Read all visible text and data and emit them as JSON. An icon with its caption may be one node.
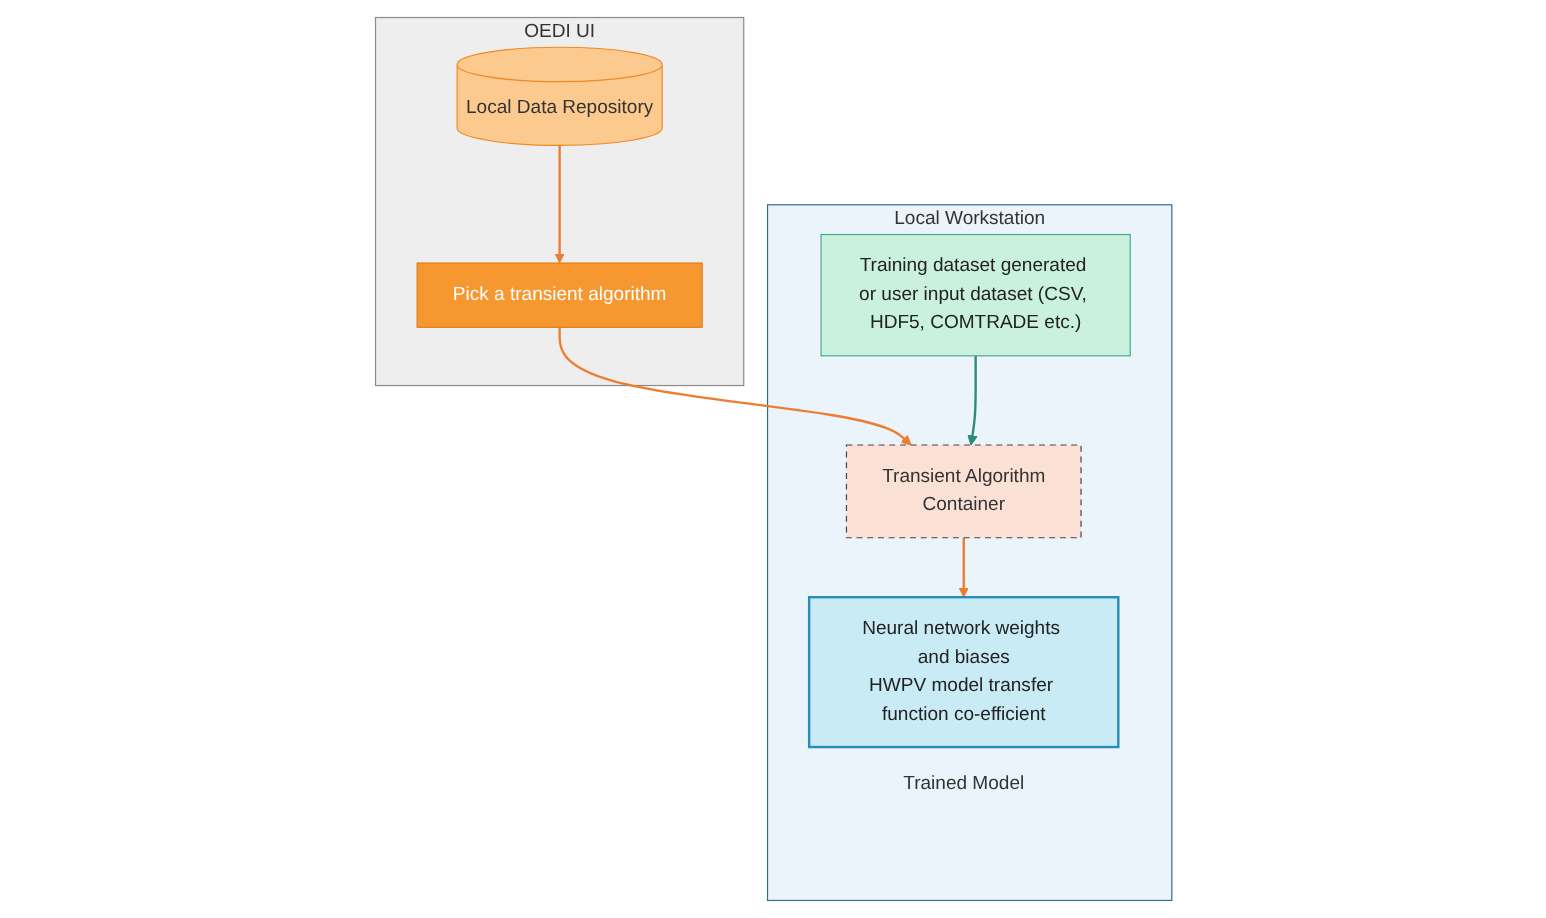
{
  "diagram": {
    "nodes": [
      {
        "text": [
          "OEDI UI"
        ]
      },
      {
        "text": [
          "Local Data Repository"
        ],
        "in": 0
      },
      {
        "text": [
          "Pick a transient algorithm"
        ],
        "in": 0
      },
      {
        "text": [
          "Local Workstation"
        ]
      },
      {
        "text": [
          "Training dataset generated or user input dataset (CSV, HDF5, COMTRADE etc.)"
        ],
        "in": 3
      },
      {
        "text": [
          "Transient Algorithm",
          "Container"
        ],
        "in": 3
      },
      {
        "text": [
          "Neural network weights and biases",
          "HWPV model transfer function co-efficient"
        ],
        "beside": [
          "Trained Model"
        ],
        "in": 3
      }
    ],
    "edges": [
      {
        "from": 1,
        "to": 2,
        "arrow": "to"
      },
      {
        "from": 2,
        "to": 5,
        "arrow": "to"
      },
      {
        "from": 4,
        "to": 5,
        "arrow": "to",
        "color": "#2e8b78"
      },
      {
        "from": 5,
        "to": 6,
        "arrow": "to"
      }
    ]
  }
}
